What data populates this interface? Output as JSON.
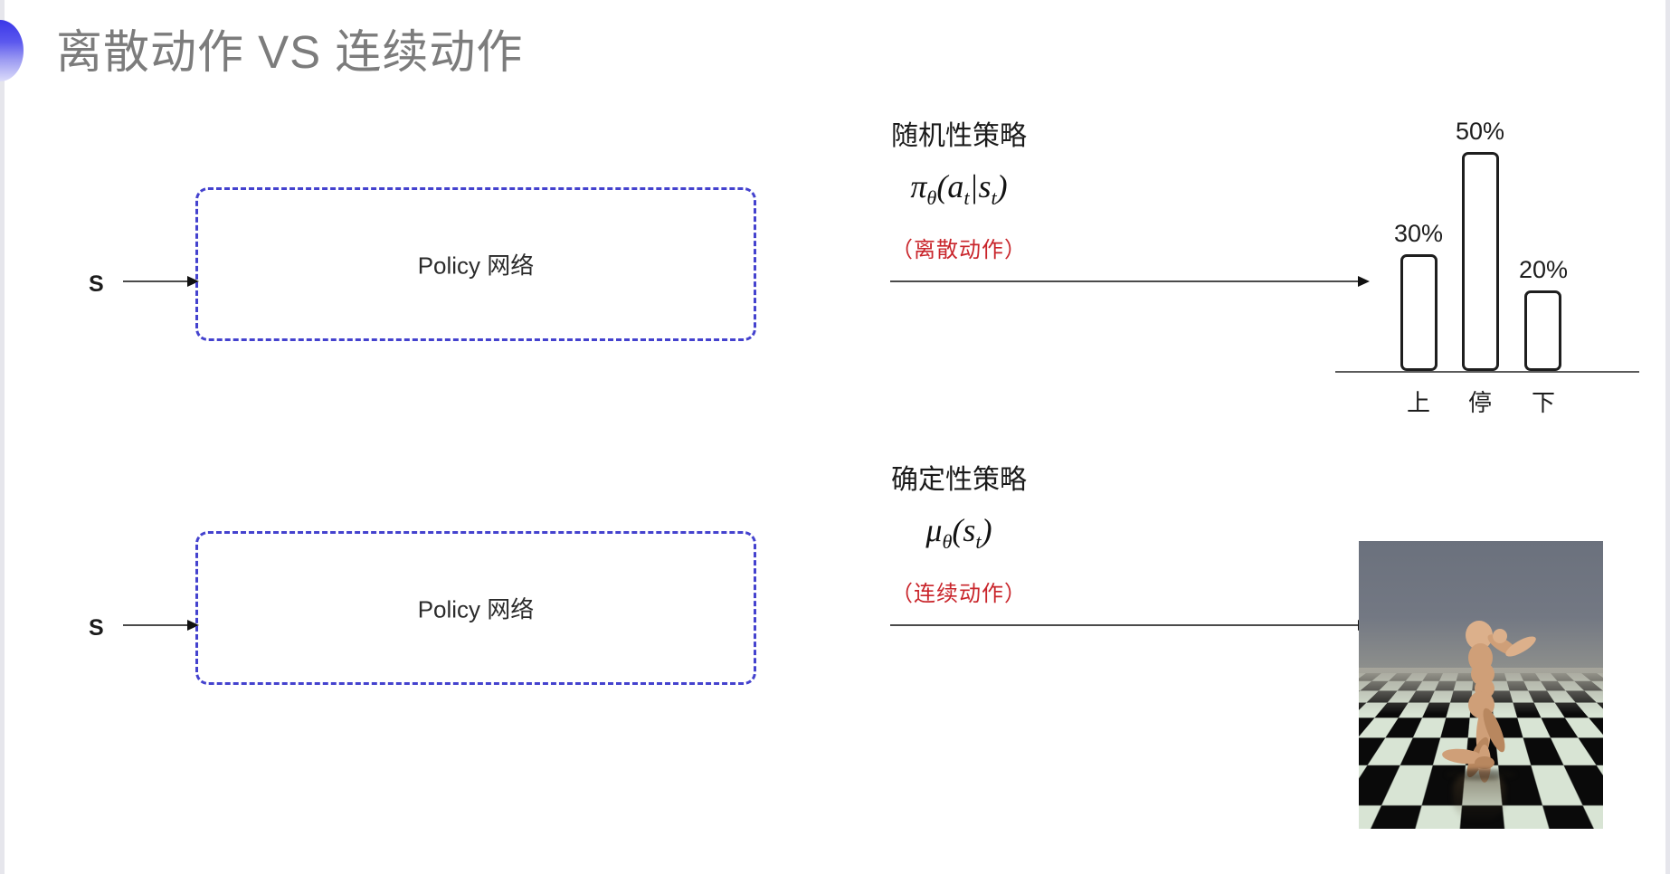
{
  "slide": {
    "title": "离散动作 VS 连续动作",
    "background_color": "#ffffff",
    "accent_color": "#4442CE",
    "note_color": "#C9252B",
    "title_color": "#7C7C7C"
  },
  "top_row": {
    "input_label": "S",
    "box_label": "Policy 网络",
    "annotation_title": "随机性策略",
    "annotation_formula": "π",
    "annotation_formula_sub": "θ",
    "annotation_formula_args": "(a",
    "annotation_formula_arg_sub1": "t",
    "annotation_formula_mid": "|s",
    "annotation_formula_arg_sub2": "t",
    "annotation_formula_close": ")",
    "annotation_note": "（离散动作）"
  },
  "bottom_row": {
    "input_label": "S",
    "box_label": "Policy 网络",
    "annotation_title": "确定性策略",
    "annotation_formula": "μ",
    "annotation_formula_sub": "θ",
    "annotation_formula_args": "(s",
    "annotation_formula_arg_sub1": "t",
    "annotation_formula_close": ")",
    "annotation_note": "（连续动作）",
    "image_caption": "humanoid-simulation"
  },
  "chart_data": {
    "type": "bar",
    "title": "",
    "categories": [
      "上",
      "停",
      "下"
    ],
    "values": [
      30,
      50,
      20
    ],
    "value_labels": [
      "30%",
      "50%",
      "20%"
    ],
    "xlabel": "",
    "ylabel": "",
    "ylim": [
      0,
      60
    ],
    "grid": false,
    "legend": "none",
    "bar_fill": "#ffffff",
    "bar_stroke": "#1e1e1e"
  }
}
